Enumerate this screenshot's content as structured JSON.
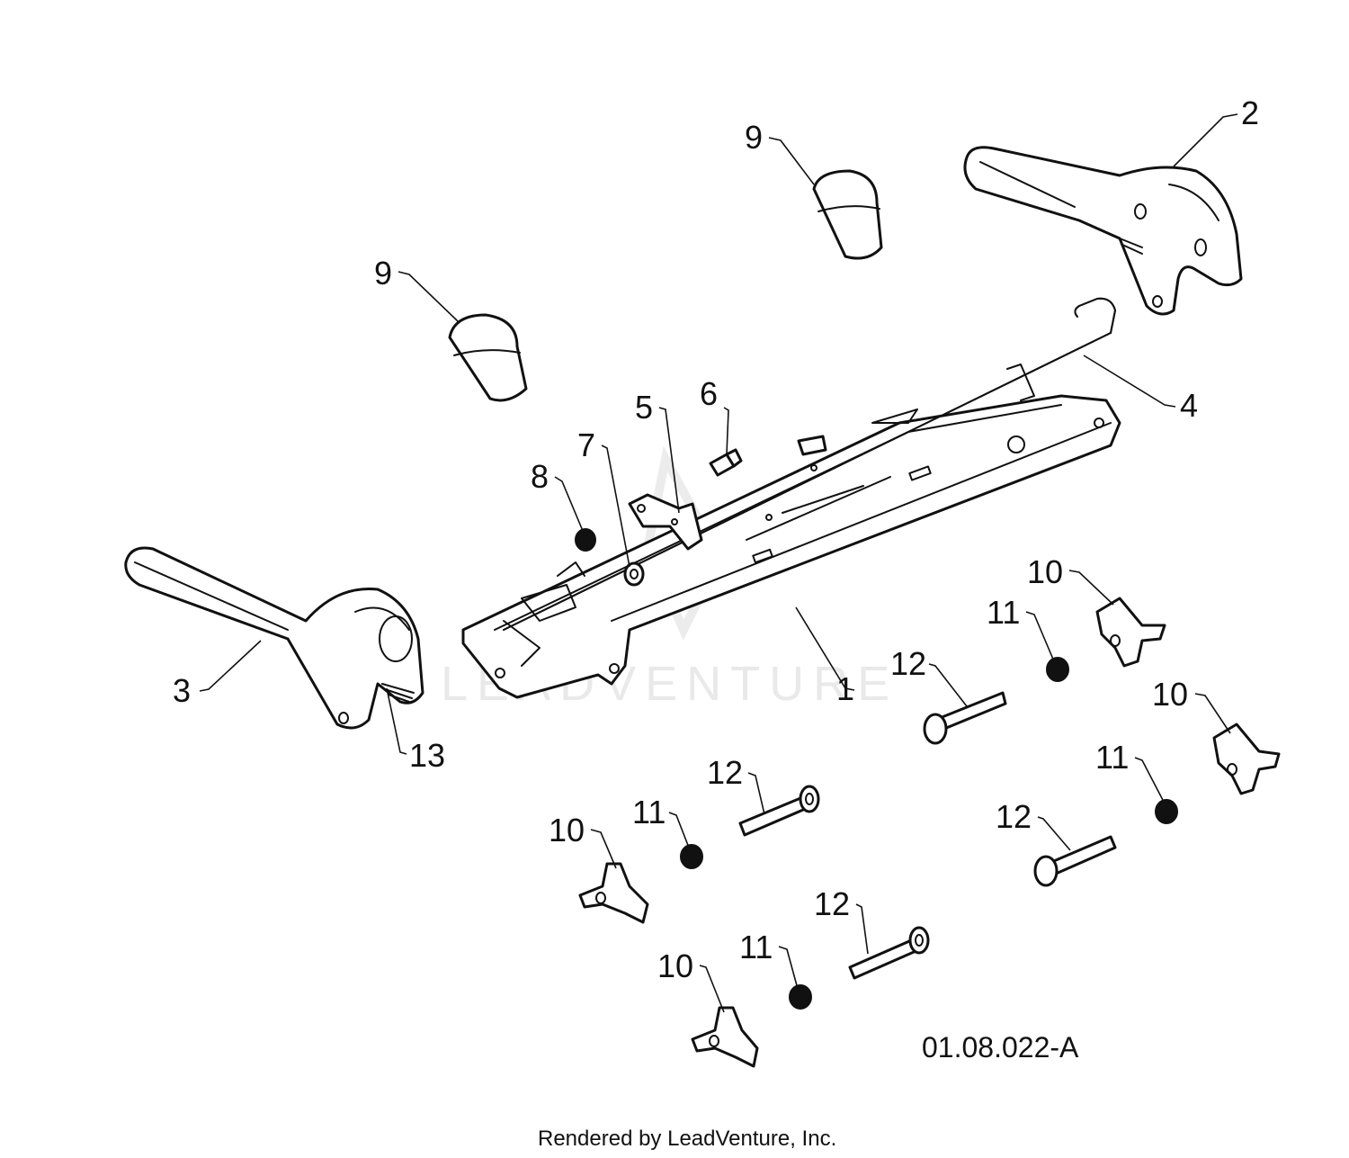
{
  "diagram": {
    "reference_code": "01.08.022-A",
    "footer_text": "Rendered by LeadVenture, Inc.",
    "watermark": "LEADVENTURE",
    "callouts": [
      {
        "id": "c1",
        "label": "1"
      },
      {
        "id": "c2",
        "label": "2"
      },
      {
        "id": "c3",
        "label": "3"
      },
      {
        "id": "c4",
        "label": "4"
      },
      {
        "id": "c5",
        "label": "5"
      },
      {
        "id": "c6",
        "label": "6"
      },
      {
        "id": "c7",
        "label": "7"
      },
      {
        "id": "c8",
        "label": "8"
      },
      {
        "id": "c9a",
        "label": "9"
      },
      {
        "id": "c9b",
        "label": "9"
      },
      {
        "id": "c10a",
        "label": "10"
      },
      {
        "id": "c10b",
        "label": "10"
      },
      {
        "id": "c10c",
        "label": "10"
      },
      {
        "id": "c10d",
        "label": "10"
      },
      {
        "id": "c11a",
        "label": "11"
      },
      {
        "id": "c11b",
        "label": "11"
      },
      {
        "id": "c11c",
        "label": "11"
      },
      {
        "id": "c11d",
        "label": "11"
      },
      {
        "id": "c12a",
        "label": "12"
      },
      {
        "id": "c12b",
        "label": "12"
      },
      {
        "id": "c12c",
        "label": "12"
      },
      {
        "id": "c12d",
        "label": "12"
      },
      {
        "id": "c13",
        "label": "13"
      }
    ]
  }
}
